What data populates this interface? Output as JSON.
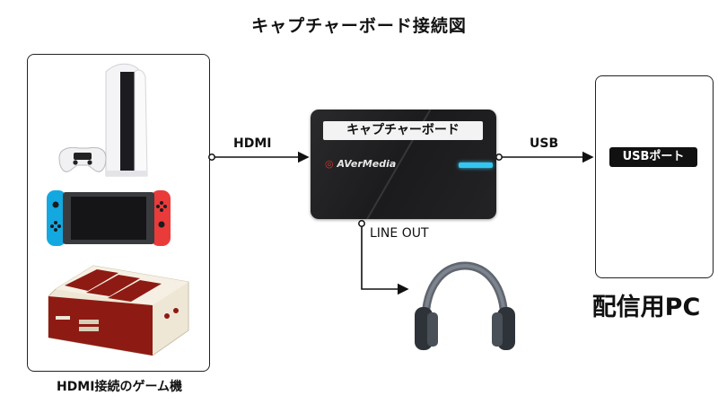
{
  "title": "キャプチャーボード接続図",
  "consoles": {
    "caption": "HDMI接続のゲーム機",
    "items": [
      "playstation-console",
      "switch-console",
      "retro-console"
    ]
  },
  "capture_board": {
    "label": "キャプチャーボード",
    "brand": "AVerMedia"
  },
  "pc": {
    "port_label": "USBポート",
    "caption": "配信用PC"
  },
  "connections": {
    "hdmi": "HDMI",
    "usb": "USB",
    "line_out": "LINE OUT"
  },
  "colors": {
    "led": "#34c6f0",
    "retro_red": "#8e1b13",
    "retro_cream": "#efe7d6",
    "switch_blue": "#14a8e0",
    "switch_red": "#ea3b3b"
  }
}
